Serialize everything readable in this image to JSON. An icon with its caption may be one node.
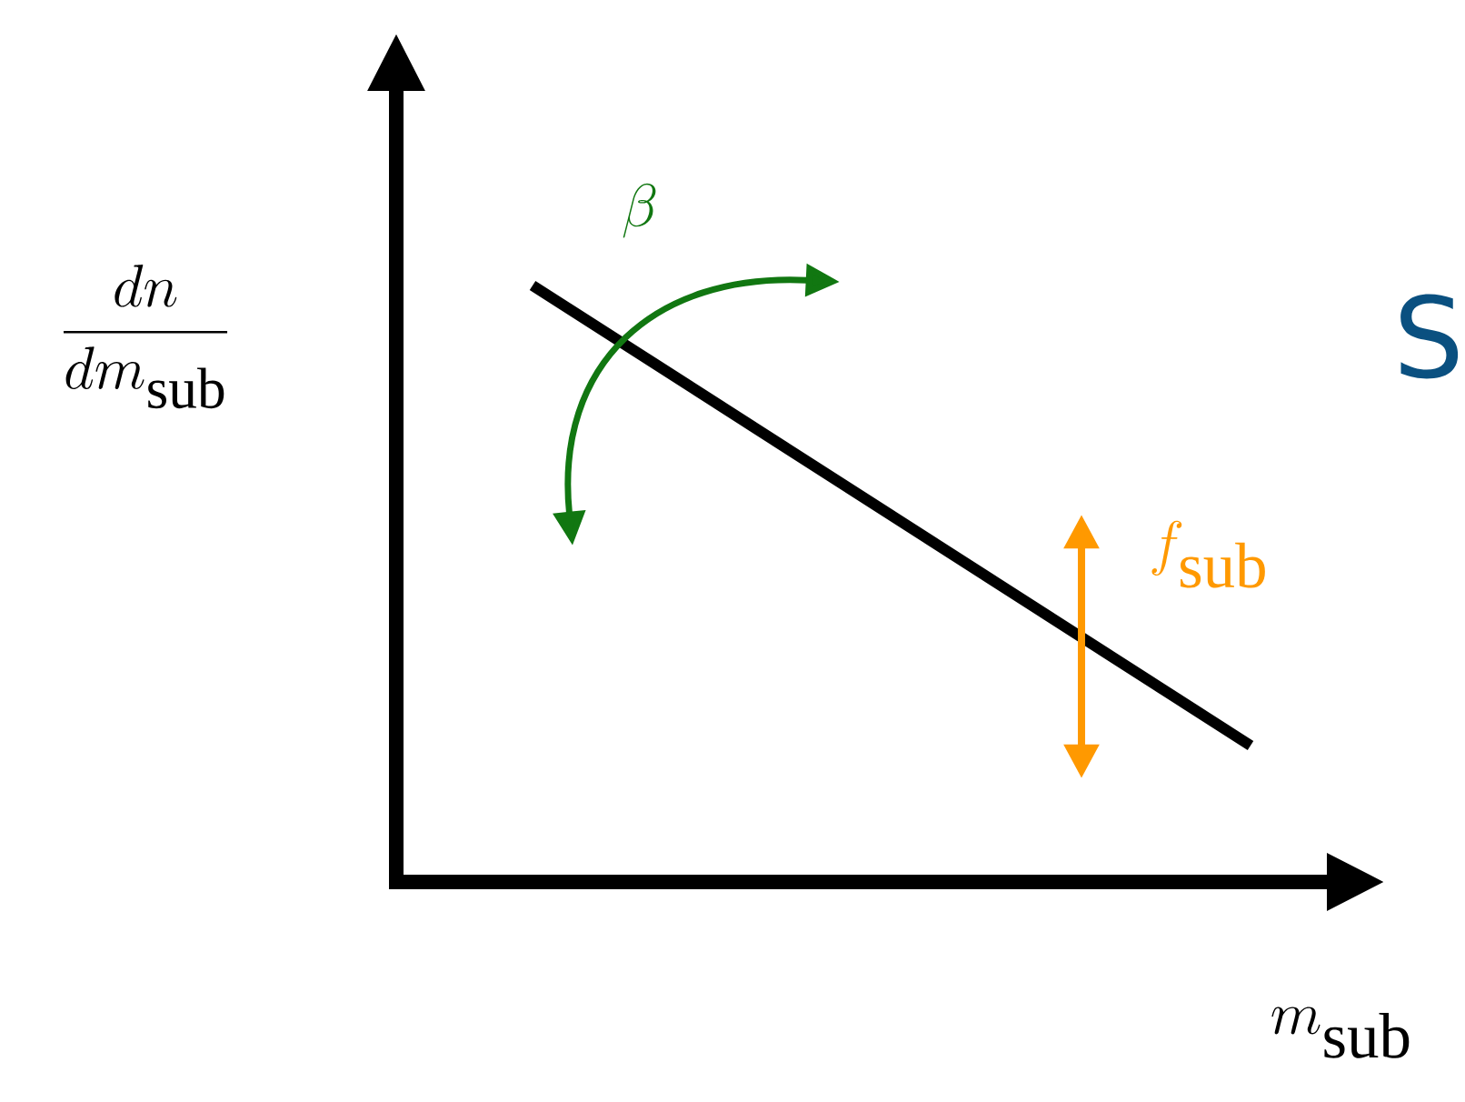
{
  "diagram": {
    "labels": [
      "\\beta",
      "\\frac{dn}{dm_{\\mathrm{sub}}}",
      "S",
      "f_{\\mathrm{sub}}",
      "m_{\\mathrm{sub}}"
    ]
  }
}
